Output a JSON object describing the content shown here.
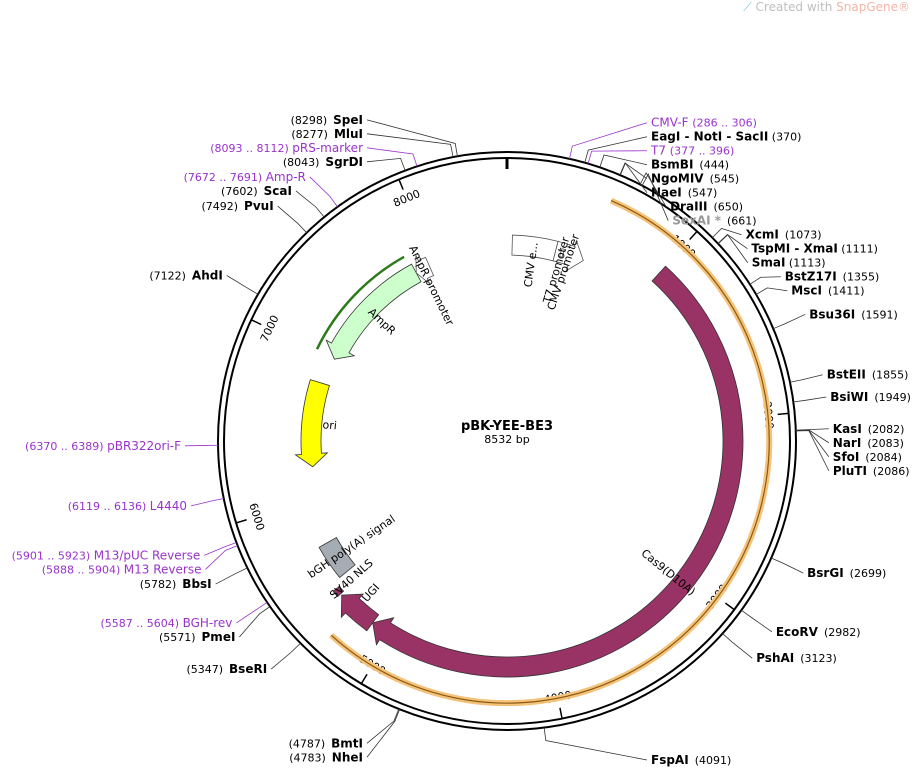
{
  "app": {
    "watermark": "Created with",
    "brand_name": "SnapGene",
    "brand_mark": "®"
  },
  "plasmid": {
    "name": "pBK-YEE-BE3",
    "length": 8532,
    "length_label": "8532 bp"
  },
  "ticks": [
    {
      "pos": 1000,
      "label": "1000"
    },
    {
      "pos": 2000,
      "label": "2000"
    },
    {
      "pos": 3000,
      "label": "3000"
    },
    {
      "pos": 4000,
      "label": "4000"
    },
    {
      "pos": 5000,
      "label": "5000"
    },
    {
      "pos": 6000,
      "label": "6000"
    },
    {
      "pos": 7000,
      "label": "7000"
    },
    {
      "pos": 8000,
      "label": "8000"
    }
  ],
  "sites": [
    {
      "name": "SpeI",
      "pos": "(8298)",
      "bp": 8298
    },
    {
      "name": "MluI",
      "pos": "(8277)",
      "bp": 8277
    },
    {
      "name": "SgrDI",
      "pos": "(8043)",
      "bp": 8043
    },
    {
      "name": "ScaI",
      "pos": "(7602)",
      "bp": 7602
    },
    {
      "name": "PvuI",
      "pos": "(7492)",
      "bp": 7492
    },
    {
      "name": "AhdI",
      "pos": "(7122)",
      "bp": 7122
    },
    {
      "name": "BbsI",
      "pos": "(5782)",
      "bp": 5782
    },
    {
      "name": "PmeI",
      "pos": "(5571)",
      "bp": 5571
    },
    {
      "name": "BseRI",
      "pos": "(5347)",
      "bp": 5347
    },
    {
      "name": "BmtI",
      "pos": "(4787)",
      "bp": 4787
    },
    {
      "name": "NheI",
      "pos": "(4783)",
      "bp": 4783
    },
    {
      "name": "FspAI",
      "pos": "(4091)",
      "bp": 4091
    },
    {
      "name": "PshAI",
      "pos": "(3123)",
      "bp": 3123
    },
    {
      "name": "EcoRV",
      "pos": "(2982)",
      "bp": 2982
    },
    {
      "name": "BsrGI",
      "pos": "(2699)",
      "bp": 2699
    },
    {
      "name": "PluTI",
      "pos": "(2086)",
      "bp": 2086
    },
    {
      "name": "SfoI",
      "pos": "(2084)",
      "bp": 2084
    },
    {
      "name": "NarI",
      "pos": "(2083)",
      "bp": 2083
    },
    {
      "name": "KasI",
      "pos": "(2082)",
      "bp": 2082
    },
    {
      "name": "BsiWI",
      "pos": "(1949)",
      "bp": 1949
    },
    {
      "name": "BstEII",
      "pos": "(1855)",
      "bp": 1855
    },
    {
      "name": "Bsu36I",
      "pos": "(1591)",
      "bp": 1591
    },
    {
      "name": "MscI",
      "pos": "(1411)",
      "bp": 1411
    },
    {
      "name": "BstZ17I",
      "pos": "(1355)",
      "bp": 1355
    },
    {
      "name": "XcmI",
      "pos": "(1073)",
      "bp": 1073
    },
    {
      "name": "SexAI *",
      "pos": "(661)",
      "bp": 661,
      "muted": true
    },
    {
      "name": "DraIII",
      "pos": "(650)",
      "bp": 650
    },
    {
      "name": "NaeI",
      "pos": "(547)",
      "bp": 547
    },
    {
      "name": "NgoMIV",
      "pos": "(545)",
      "bp": 545
    },
    {
      "name": "BsmBI",
      "pos": "(444)",
      "bp": 444
    }
  ],
  "multi_sites": [
    {
      "names": [
        "EagI",
        "NotI",
        "SacII"
      ],
      "pos": "(370)",
      "bp": 370
    },
    {
      "names": [
        "TspMI",
        "XmaI"
      ],
      "pos": "(1111)",
      "bp": 1111
    },
    {
      "names": [
        "SmaI"
      ],
      "pos": "(1113)",
      "bp": 1113
    }
  ],
  "primers": [
    {
      "name": "CMV-F",
      "range": "(286 .. 306)",
      "bp": 296
    },
    {
      "name": "T7",
      "range": "(377 .. 396)",
      "bp": 386
    },
    {
      "name": "pRS-marker",
      "range": "(8093 .. 8112)",
      "bp": 8102
    },
    {
      "name": "Amp-R",
      "range": "(7672 .. 7691)",
      "bp": 7681
    },
    {
      "name": "pBR322ori-F",
      "range": "(6370 .. 6389)",
      "bp": 6379
    },
    {
      "name": "L4440",
      "range": "(6119 .. 6136)",
      "bp": 6127
    },
    {
      "name": "M13/pUC Reverse",
      "range": "(5901 .. 5923)",
      "bp": 5912
    },
    {
      "name": "M13 Reverse",
      "range": "(5888 .. 5904)",
      "bp": 5896
    },
    {
      "name": "BGH-rev",
      "range": "(5587 .. 5604)",
      "bp": 5595
    }
  ],
  "features": [
    {
      "name": "CMV e...",
      "label": "CMV e...",
      "start": 36,
      "end": 340,
      "color": "#ffffff",
      "dir": 1,
      "kind": "box"
    },
    {
      "name": "CMV promoter",
      "label": "CMV promoter",
      "start": 340,
      "end": 543,
      "color": "#ffffff",
      "dir": 1,
      "kind": "arrow"
    },
    {
      "name": "T7 promoter",
      "label": "T7 promoter",
      "start": 377,
      "end": 396,
      "color": "#ffffff",
      "dir": 1,
      "kind": "small"
    },
    {
      "name": "Cas9(D10A)",
      "label": "Cas9(D10A)",
      "start": 1000,
      "end": 5130,
      "color": "#993366",
      "dir": 1,
      "kind": "arrow"
    },
    {
      "name": "UGI",
      "label": "UGI",
      "start": 5130,
      "end": 5380,
      "color": "#993366",
      "dir": 1,
      "kind": "arrow"
    },
    {
      "name": "SV40 NLS",
      "label": "SV40 NLS",
      "start": 5390,
      "end": 5430,
      "color": "#993366",
      "dir": 1,
      "kind": "small"
    },
    {
      "name": "bGH poly(A) signal",
      "label": "bGH poly(A) signal",
      "start": 5470,
      "end": 5700,
      "color": "#a6acb3",
      "dir": 1,
      "kind": "box"
    },
    {
      "name": "ori",
      "label": "ori",
      "start": 6220,
      "end": 6810,
      "color": "#ffff00",
      "dir": -1,
      "kind": "arrow"
    },
    {
      "name": "AmpR",
      "label": "AmpR",
      "start": 7000,
      "end": 7860,
      "color": "#ccffcc",
      "dir": -1,
      "kind": "arrow"
    },
    {
      "name": "AmpR promoter",
      "label": "AmpR promoter",
      "start": 7860,
      "end": 7965,
      "color": "#ffffff",
      "dir": -1,
      "kind": "arrow"
    }
  ],
  "orf": {
    "label": "ORF arc",
    "start": 555,
    "end": 5265,
    "color": "#f5c27a"
  },
  "colors": {
    "primer": "#9933cc",
    "site_text": "#000000",
    "muted_site": "#999999",
    "backbone": "#000000",
    "ampr_line": "#2d7a1a"
  }
}
